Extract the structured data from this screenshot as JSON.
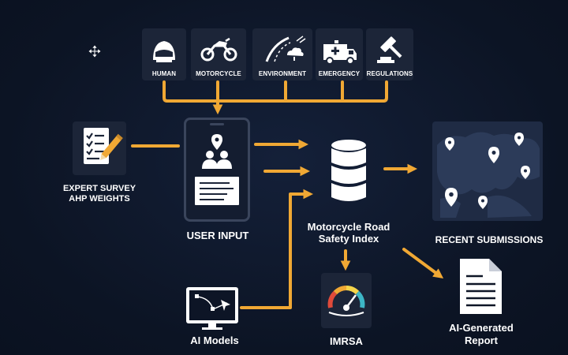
{
  "categories": [
    {
      "label": "HUMAN",
      "icon": "helmet-icon"
    },
    {
      "label": "MOTORCYCLE",
      "icon": "motorcycle-icon"
    },
    {
      "label": "ENVIRONMENT",
      "icon": "road-weather-icon"
    },
    {
      "label": "EMERGENCY",
      "icon": "ambulance-icon"
    },
    {
      "label": "REGULATIONS",
      "icon": "gavel-icon"
    }
  ],
  "survey": {
    "line1": "EXPERT SURVEY",
    "line2": "AHP WEIGHTS",
    "icon": "checklist-icon"
  },
  "user_input": {
    "label": "USER INPUT",
    "icon": "phone-form-icon"
  },
  "index": {
    "line1": "Motorcycle Road",
    "line2": "Safety Index",
    "icon": "database-icon"
  },
  "map": {
    "label": "RECENT SUBMISSIONS",
    "icon": "map-pins-icon"
  },
  "ai_models": {
    "label": "AI Models",
    "icon": "monitor-icon"
  },
  "imrsa": {
    "label": "IMRSA",
    "icon": "gauge-icon"
  },
  "report": {
    "line1": "AI-Generated",
    "line2": "Report",
    "icon": "document-icon"
  },
  "colors": {
    "background": "#0d1526",
    "arrow": "#f0a834",
    "tile": "#1c2538",
    "text": "#ffffff"
  }
}
